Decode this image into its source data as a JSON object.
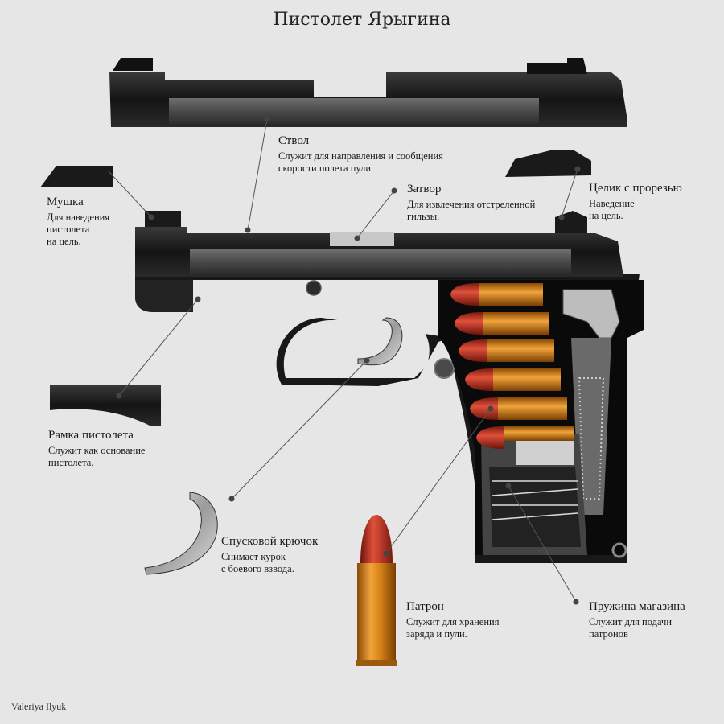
{
  "title": "Пистолет Ярыгина",
  "credit": "Valeriya Ilyuk",
  "parts": {
    "barrel": {
      "name": "Ствол",
      "desc": "Служит для направления и сообщения\nскорости полета пули."
    },
    "slide": {
      "name": "Затвор",
      "desc": "Для извлечения отстреленной\nгильзы."
    },
    "frontsight": {
      "name": "Мушка",
      "desc": "Для наведения\nпистолета\nна цель."
    },
    "rearsight": {
      "name": "Целик с прорезью",
      "desc": "Наведение\nна цель."
    },
    "frame": {
      "name": "Рамка пистолета",
      "desc": "Служит как основание\nпистолета."
    },
    "trigger": {
      "name": "Спусковой крючок",
      "desc": "Снимает курок\nс боевого взвода."
    },
    "cartridge": {
      "name": "Патрон",
      "desc": "Служит для хранения\nзаряда и пули."
    },
    "magspring": {
      "name": "Пружина магазина",
      "desc": "Служит для подачи\nпатронов"
    }
  },
  "colors": {
    "background": "#e6e6e6",
    "metal_dark": "#1c1c1c",
    "bullet": "#c0392b",
    "case": "#d4891e"
  }
}
